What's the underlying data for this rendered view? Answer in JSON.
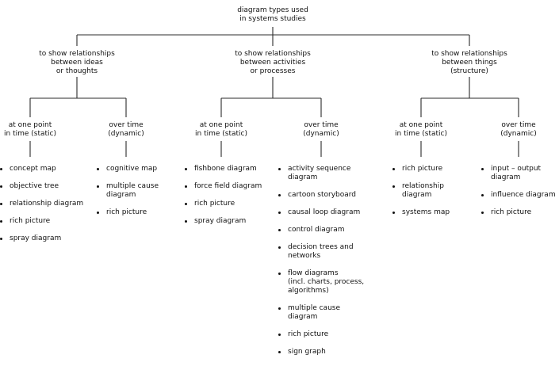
{
  "root": "diagram types used\nin systems studies",
  "categories": [
    {
      "label": "to show relationships\nbetween ideas\nor thoughts",
      "static": {
        "label": "at one point\nin time (static)",
        "items": [
          "concept map",
          "objective tree",
          "relationship diagram",
          "rich picture",
          "spray diagram"
        ]
      },
      "dynamic": {
        "label": "over time\n(dynamic)",
        "items": [
          "cognitive map",
          "multiple cause\ndiagram",
          "rich picture"
        ]
      }
    },
    {
      "label": "to show relationships\nbetween activities\nor processes",
      "static": {
        "label": "at one point\nin time (static)",
        "items": [
          "fishbone diagram",
          "force field diagram",
          "rich picture",
          "spray diagram"
        ]
      },
      "dynamic": {
        "label": "over time\n(dynamic)",
        "items": [
          "activity sequence\ndiagram",
          "cartoon storyboard",
          "causal loop diagram",
          "control diagram",
          "decision trees and\nnetworks",
          "flow diagrams\n(incl. charts, process,\nalgorithms)",
          "multiple cause\ndiagram",
          "rich picture",
          "sign graph"
        ]
      }
    },
    {
      "label": "to show relationships\nbetween things\n(structure)",
      "static": {
        "label": "at one point\nin time (static)",
        "items": [
          "rich picture",
          "relationship\ndiagram",
          "systems map"
        ]
      },
      "dynamic": {
        "label": "over time\n(dynamic)",
        "items": [
          "input – output\ndiagram",
          "influence diagram",
          "rich picture"
        ]
      }
    }
  ]
}
